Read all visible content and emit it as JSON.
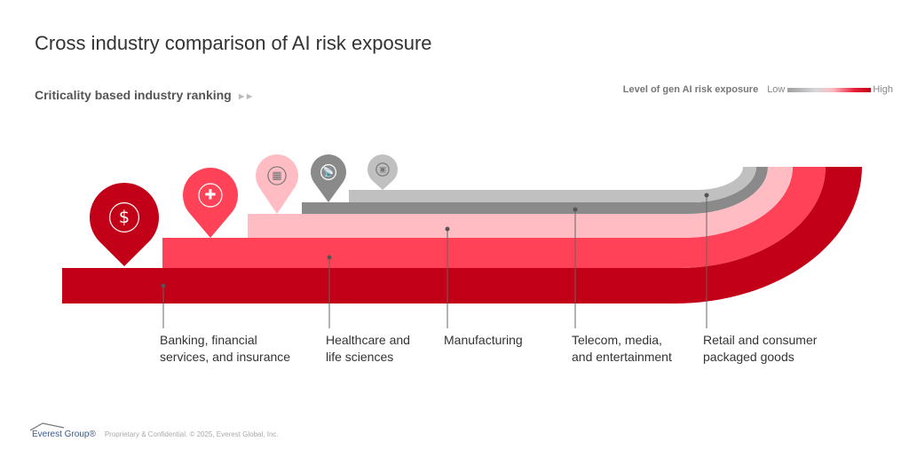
{
  "title": "Cross industry comparison of AI risk exposure",
  "subtitle": "Criticality based industry ranking",
  "subtitle_arrows": "►►",
  "legend": {
    "title": "Level of gen AI risk exposure",
    "low": "Low",
    "high": "High"
  },
  "industries": [
    {
      "label": "Banking, financial\nservices, and insurance",
      "color": "#c20017",
      "icon": "money-gear-hand-icon"
    },
    {
      "label": "Healthcare and\nlife sciences",
      "color": "#ff4257",
      "icon": "medical-cross-hands-icon"
    },
    {
      "label": "Manufacturing",
      "color": "#ffbcc3",
      "icon": "factory-gear-icon"
    },
    {
      "label": "Telecom, media,\nand entertainment",
      "color": "#8a8a8a",
      "icon": "satellite-dish-icon"
    },
    {
      "label": "Retail and consumer\npackaged goods",
      "color": "#c0c0c0",
      "icon": "package-gear-icon"
    }
  ],
  "footer": {
    "logo": "Everest Group®",
    "text": "Proprietary & Confidential. © 2025, Everest Global, Inc."
  }
}
